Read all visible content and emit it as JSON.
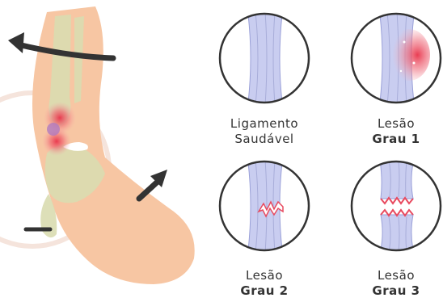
{
  "panels": [
    {
      "id": "healthy",
      "line1": "Ligamento",
      "line2": "Saudável"
    },
    {
      "id": "grade1",
      "line1": "Lesão",
      "line2": "Grau 1"
    },
    {
      "id": "grade2",
      "line1": "Lesão",
      "line2": "Grau 2"
    },
    {
      "id": "grade3",
      "line1": "Lesão",
      "line2": "Grau 3"
    }
  ],
  "colors": {
    "ligament": "#c9cdf0",
    "ligament_stroke": "#9aa0d8",
    "circle_stroke": "#333333",
    "skin": "#f7c6a3",
    "bone": "#d9dcb0",
    "inflammation": "#e8334a",
    "tear": "#e84a5f",
    "arrow": "#333333"
  }
}
